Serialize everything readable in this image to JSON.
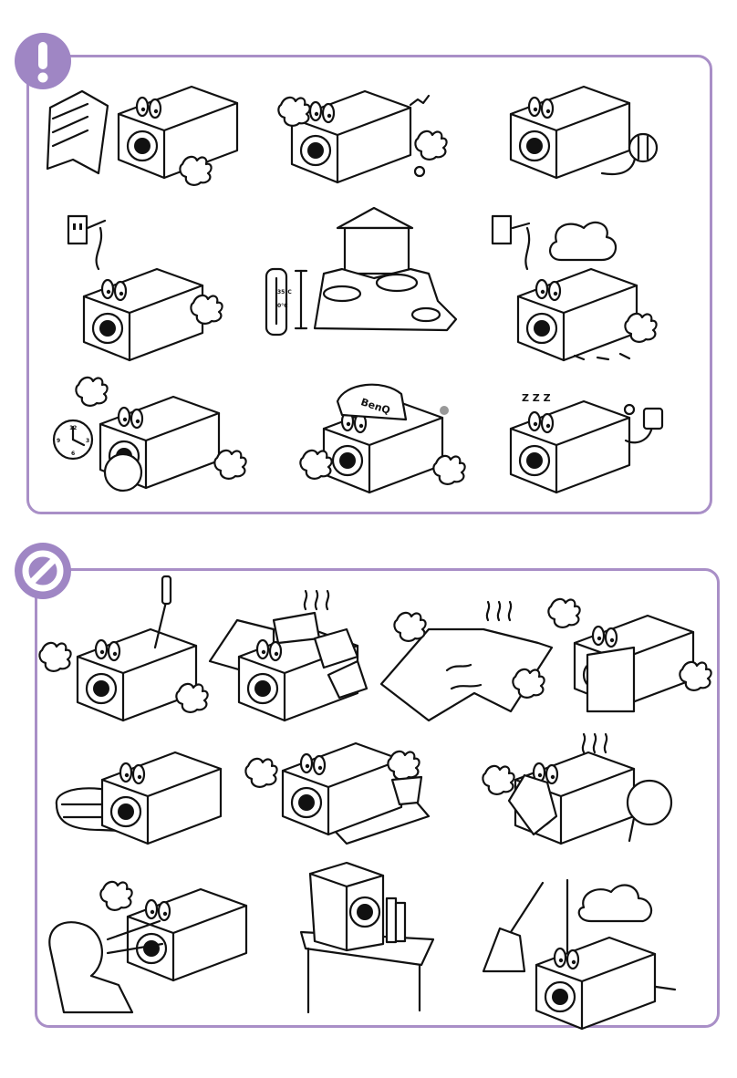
{
  "do_section": {
    "icon": "exclamation-icon",
    "accent": "#9f86c4",
    "illustrations": [
      {
        "id": "read-manual",
        "labels": []
      },
      {
        "id": "handle-with-care",
        "labels": []
      },
      {
        "id": "use-supplied-cable",
        "labels": []
      },
      {
        "id": "use-grounded-outlet",
        "labels": []
      },
      {
        "id": "operating-environment",
        "labels": [
          "35°C",
          "0°C"
        ]
      },
      {
        "id": "unplug-during-storm",
        "labels": []
      },
      {
        "id": "let-lamp-cool",
        "labels": [
          "12",
          "3",
          "6",
          "9"
        ]
      },
      {
        "id": "brand-service",
        "labels": [
          "BenQ"
        ]
      },
      {
        "id": "unplug-when-unused",
        "labels": [
          "Z Z Z"
        ]
      }
    ]
  },
  "dont_section": {
    "icon": "prohibited-icon",
    "accent": "#9f86c4",
    "illustrations": [
      {
        "id": "do-not-disassemble"
      },
      {
        "id": "do-not-cover-in-box"
      },
      {
        "id": "do-not-cover-with-cloth"
      },
      {
        "id": "do-not-block-vents"
      },
      {
        "id": "do-not-place-on-soft-surface"
      },
      {
        "id": "do-not-spill-liquid"
      },
      {
        "id": "do-not-touch-hot-vents"
      },
      {
        "id": "do-not-look-into-lens"
      },
      {
        "id": "do-not-stand-vertically"
      },
      {
        "id": "do-not-use-in-dusty-area"
      }
    ]
  }
}
